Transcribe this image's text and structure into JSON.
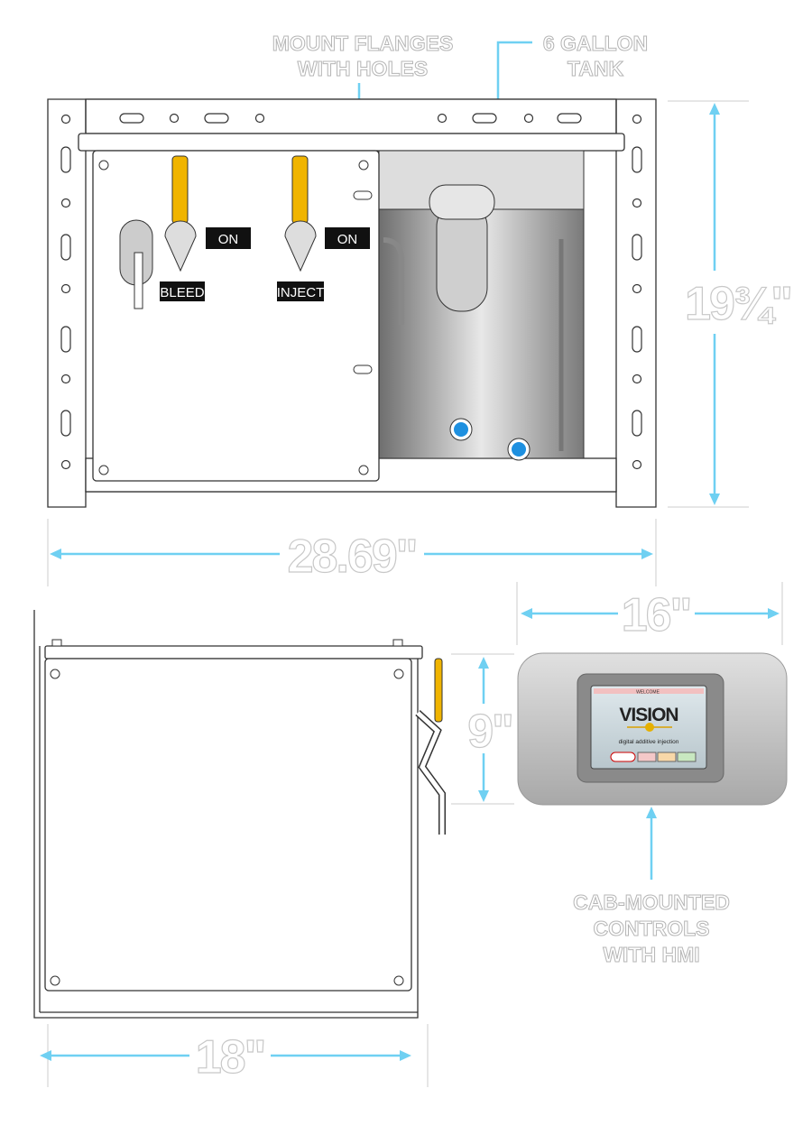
{
  "callouts": {
    "mount_flanges": [
      "MOUNT FLANGES",
      "WITH HOLES"
    ],
    "tank": [
      "6 GALLON",
      "TANK"
    ],
    "cab_controls": [
      "CAB-MOUNTED",
      "CONTROLS",
      "WITH HMI"
    ]
  },
  "valves": [
    {
      "name": "BLEED",
      "state": "ON"
    },
    {
      "name": "INJECT",
      "state": "ON"
    }
  ],
  "dimensions": {
    "height": "19¾\"",
    "width": "28.69\"",
    "hmi_width": "16\"",
    "hmi_height": "9\"",
    "depth": "18\""
  },
  "hmi": {
    "header_left": "WELCOME",
    "brand": "VISION",
    "tagline": "digital additive injection"
  },
  "colors": {
    "accent": "#6fd0f2",
    "handle": "#f0b400",
    "port": "#1e90e0"
  }
}
